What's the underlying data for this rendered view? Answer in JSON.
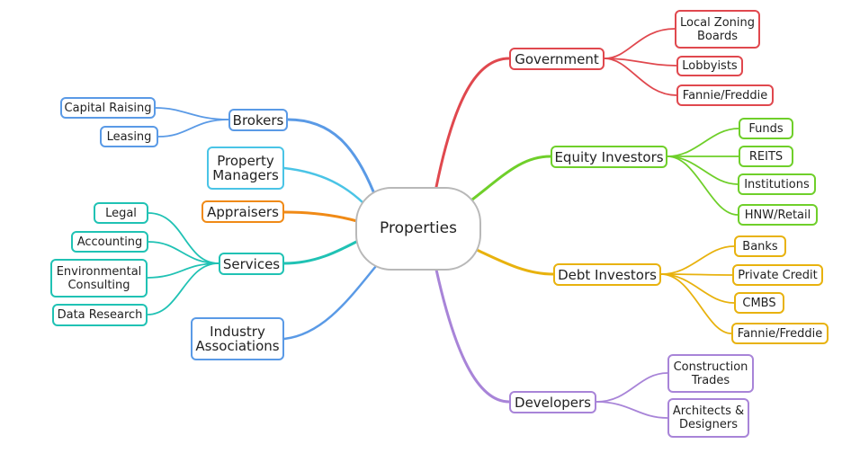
{
  "center": "Properties",
  "government": {
    "label": "Government",
    "children": [
      "Local Zoning\nBoards",
      "Lobbyists",
      "Fannie/Freddie"
    ]
  },
  "equity": {
    "label": "Equity Investors",
    "children": [
      "Funds",
      "REITS",
      "Institutions",
      "HNW/Retail"
    ]
  },
  "debt": {
    "label": "Debt Investors",
    "children": [
      "Banks",
      "Private Credit",
      "CMBS",
      "Fannie/Freddie"
    ]
  },
  "developers": {
    "label": "Developers",
    "children": [
      "Construction\nTrades",
      "Architects &\nDesigners"
    ]
  },
  "brokers": {
    "label": "Brokers",
    "children": [
      "Capital Raising",
      "Leasing"
    ]
  },
  "property_managers": "Property\nManagers",
  "appraisers": "Appraisers",
  "services": {
    "label": "Services",
    "children": [
      "Legal",
      "Accounting",
      "Environmental\nConsulting",
      "Data Research"
    ]
  },
  "industry_associations": "Industry\nAssociations",
  "colors": {
    "government": "#e0484e",
    "equity": "#6fcf2a",
    "debt": "#e8b20e",
    "developers": "#a884d8",
    "brokers": "#5a9ae6",
    "property_managers": "#4ac4e6",
    "appraisers": "#f08a16",
    "services": "#20c2b4",
    "industry_associations": "#5a9ae6"
  }
}
